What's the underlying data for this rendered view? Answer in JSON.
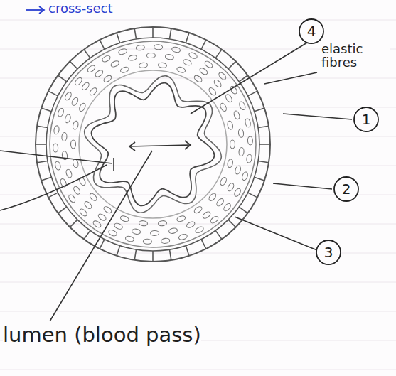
{
  "diagram": {
    "nodes": [
      {
        "text": [
          "4"
        ]
      },
      {
        "text": [
          "1"
        ]
      },
      {
        "text": [
          "2"
        ]
      },
      {
        "text": [
          "3"
        ]
      }
    ],
    "labels": [
      "cross-sect",
      "elastic fibres",
      "lumen (blood pass)"
    ]
  }
}
